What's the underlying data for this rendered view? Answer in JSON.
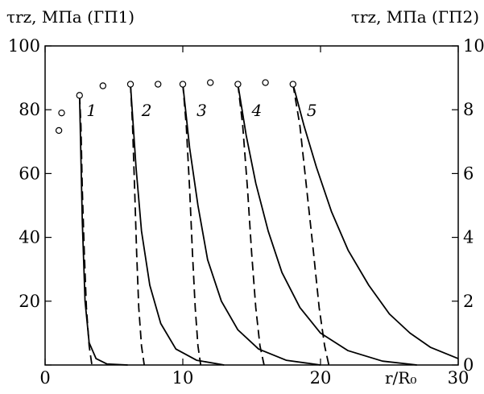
{
  "chart_data": {
    "type": "line",
    "xlabel": "r/R₀",
    "ylabel_left": "τrz, МПа (ГП1)",
    "ylabel_right": "τrz, МПа (ГП2)",
    "xlim": [
      0,
      30
    ],
    "ylim_left": [
      0,
      100
    ],
    "ylim_right": [
      0,
      10
    ],
    "x_ticks": [
      0,
      10,
      20,
      30
    ],
    "x_tick_labels": [
      "0",
      "10",
      "20",
      "30"
    ],
    "y_left_ticks": [
      0,
      20,
      40,
      60,
      80,
      100
    ],
    "y_left_tick_labels": [
      "",
      "20",
      "40",
      "60",
      "80",
      "100"
    ],
    "y_right_ticks": [
      0,
      2,
      4,
      6,
      8,
      10
    ],
    "y_right_tick_labels": [
      "0",
      "2",
      "4",
      "6",
      "8",
      "10"
    ],
    "grid": false,
    "curve_labels": [
      {
        "text": "1",
        "x": 3.0,
        "y": 78
      },
      {
        "text": "2",
        "x": 7.0,
        "y": 78
      },
      {
        "text": "3",
        "x": 11.0,
        "y": 78
      },
      {
        "text": "4",
        "x": 15.0,
        "y": 78
      },
      {
        "text": "5",
        "x": 19.0,
        "y": 78
      }
    ],
    "markers": {
      "style": "open-circle",
      "points": [
        {
          "x": 1.0,
          "y": 73.5
        },
        {
          "x": 1.2,
          "y": 79
        },
        {
          "x": 2.5,
          "y": 84.5
        },
        {
          "x": 4.2,
          "y": 87.5
        },
        {
          "x": 6.2,
          "y": 88
        },
        {
          "x": 8.2,
          "y": 88
        },
        {
          "x": 10.0,
          "y": 88
        },
        {
          "x": 12.0,
          "y": 88.5
        },
        {
          "x": 14.0,
          "y": 88
        },
        {
          "x": 16.0,
          "y": 88.5
        },
        {
          "x": 18.0,
          "y": 88
        }
      ]
    },
    "series": [
      {
        "style": "solid",
        "axis": "left",
        "x": [
          2.5,
          2.7,
          2.9,
          3.2,
          3.7,
          4.5,
          6.0
        ],
        "y": [
          84.5,
          45,
          20,
          7,
          2,
          0.3,
          0
        ]
      },
      {
        "style": "solid",
        "axis": "left",
        "x": [
          6.2,
          6.6,
          7.0,
          7.6,
          8.4,
          9.5,
          11.0,
          13.0
        ],
        "y": [
          88,
          62,
          42,
          25,
          13,
          5,
          1.5,
          0
        ]
      },
      {
        "style": "solid",
        "axis": "left",
        "x": [
          10.0,
          10.5,
          11.1,
          11.8,
          12.8,
          14.0,
          15.5,
          17.5,
          20.0
        ],
        "y": [
          88,
          68,
          50,
          33,
          20,
          11,
          5,
          1.5,
          0
        ]
      },
      {
        "style": "solid",
        "axis": "left",
        "x": [
          14.0,
          14.6,
          15.3,
          16.2,
          17.2,
          18.5,
          20.0,
          22.0,
          24.5,
          27.0
        ],
        "y": [
          88,
          72,
          57,
          42,
          29,
          18,
          10,
          4.5,
          1.2,
          0
        ]
      },
      {
        "style": "solid",
        "axis": "left",
        "x": [
          18.0,
          18.8,
          19.7,
          20.8,
          22.0,
          23.5,
          25.0,
          26.5,
          28.0,
          30.0
        ],
        "y": [
          88,
          75,
          62,
          48,
          36,
          25,
          16,
          10,
          5.5,
          2
        ]
      },
      {
        "style": "dashed",
        "axis": "right",
        "x": [
          2.5,
          2.6,
          2.7,
          2.85,
          3.0,
          3.2,
          3.4
        ],
        "y": [
          8.45,
          7.5,
          5.5,
          3.5,
          1.8,
          0.6,
          0
        ]
      },
      {
        "style": "dashed",
        "axis": "right",
        "x": [
          6.2,
          6.35,
          6.5,
          6.65,
          6.8,
          7.0,
          7.2
        ],
        "y": [
          8.8,
          7.5,
          5.5,
          3.5,
          1.8,
          0.6,
          0
        ]
      },
      {
        "style": "dashed",
        "axis": "right",
        "x": [
          10.0,
          10.25,
          10.5,
          10.7,
          10.9,
          11.1,
          11.3
        ],
        "y": [
          8.8,
          7.5,
          5.5,
          3.5,
          1.8,
          0.6,
          0
        ]
      },
      {
        "style": "dashed",
        "axis": "right",
        "x": [
          14.0,
          14.35,
          14.7,
          15.0,
          15.3,
          15.6,
          15.9
        ],
        "y": [
          8.8,
          7.5,
          5.5,
          3.5,
          1.8,
          0.6,
          0
        ]
      },
      {
        "style": "dashed",
        "axis": "right",
        "x": [
          18.0,
          18.5,
          19.0,
          19.5,
          19.9,
          20.3,
          20.6
        ],
        "y": [
          8.8,
          7.5,
          5.5,
          3.5,
          1.8,
          0.6,
          0
        ]
      }
    ]
  }
}
